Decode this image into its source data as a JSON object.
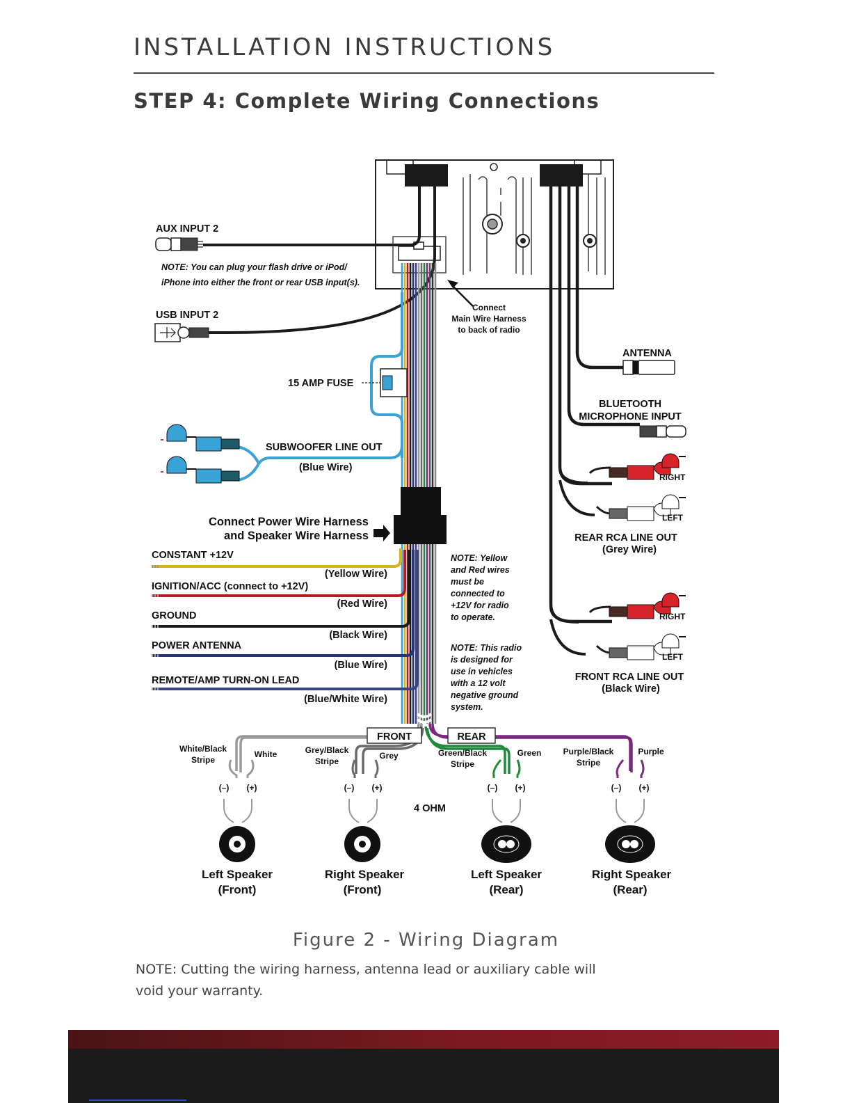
{
  "page": {
    "title": "INSTALLATION INSTRUCTIONS",
    "step_heading": "STEP 4: Complete Wiring Connections",
    "figure_caption": "Figure 2 - Wiring Diagram",
    "warranty_note": "NOTE: Cutting the wiring harness, antenna lead or auxiliary cable will void your warranty."
  },
  "diagram": {
    "aux_input": "AUX INPUT 2",
    "usb_note_line1": "NOTE: You can plug your flash drive or iPod/",
    "usb_note_line2": "iPhone into either the front or rear USB input(s).",
    "usb_input": "USB INPUT 2",
    "connect_main_line1": "Connect",
    "connect_main_line2": "Main Wire Harness",
    "connect_main_line3": "to back of radio",
    "antenna": "ANTENNA",
    "bt_mic_line1": "BLUETOOTH",
    "bt_mic_line2": "MICROPHONE INPUT",
    "fuse": "15 AMP FUSE",
    "sub_out": "SUBWOOFER LINE OUT",
    "sub_wire": "(Blue Wire)",
    "power_harness_line1": "Connect Power Wire Harness",
    "power_harness_line2": "and Speaker Wire Harness",
    "right": "RIGHT",
    "left": "LEFT",
    "rear_rca": "REAR RCA LINE OUT",
    "rear_rca_wire": "(Grey Wire)",
    "front_rca": "FRONT RCA LINE OUT",
    "front_rca_wire": "(Black Wire)",
    "wires": [
      {
        "label": "CONSTANT +12V",
        "wire": "(Yellow Wire)",
        "color": "#d4b51c"
      },
      {
        "label": "IGNITION/ACC (connect to +12V)",
        "wire": "(Red Wire)",
        "color": "#b01e23"
      },
      {
        "label": "GROUND",
        "wire": "(Black Wire)",
        "color": "#1a1a1a"
      },
      {
        "label": "POWER ANTENNA",
        "wire": "(Blue Wire)",
        "color": "#27347a"
      },
      {
        "label": "REMOTE/AMP TURN-ON LEAD",
        "wire": "(Blue/White Wire)",
        "color": "#3a4383"
      }
    ],
    "note_yellow_red": [
      "NOTE: Yellow",
      "and Red wires",
      "must be",
      "connected to",
      "+12V for radio",
      "to operate."
    ],
    "note_12v": [
      "NOTE: This radio",
      "is designed for",
      "use in vehicles",
      "with a 12 volt",
      "negative ground",
      "system."
    ],
    "front": "FRONT",
    "rear": "REAR",
    "ohm": "4 OHM",
    "minus": "(–)",
    "plus": "(+)",
    "speaker_wires": [
      {
        "neg_line1": "White/Black",
        "neg_line2": "Stripe",
        "pos": "White",
        "color": "#9a9a9a"
      },
      {
        "neg_line1": "Grey/Black",
        "neg_line2": "Stripe",
        "pos": "Grey",
        "color": "#6a6a6a"
      },
      {
        "neg_line1": "Green/Black",
        "neg_line2": "Stripe",
        "pos": "Green",
        "color": "#1f8a3a"
      },
      {
        "neg_line1": "Purple/Black",
        "neg_line2": "Stripe",
        "pos": "Purple",
        "color": "#7a2a7e"
      }
    ],
    "speakers": [
      {
        "name": "Left Speaker",
        "pos": "(Front)"
      },
      {
        "name": "Right Speaker",
        "pos": "(Front)"
      },
      {
        "name": "Left Speaker",
        "pos": "(Rear)"
      },
      {
        "name": "Right Speaker",
        "pos": "(Rear)"
      }
    ]
  },
  "colors": {
    "subwoofer_blue": "#3aa3d6",
    "rca_red": "#d9232a",
    "footer_red": "#8e1b26"
  }
}
